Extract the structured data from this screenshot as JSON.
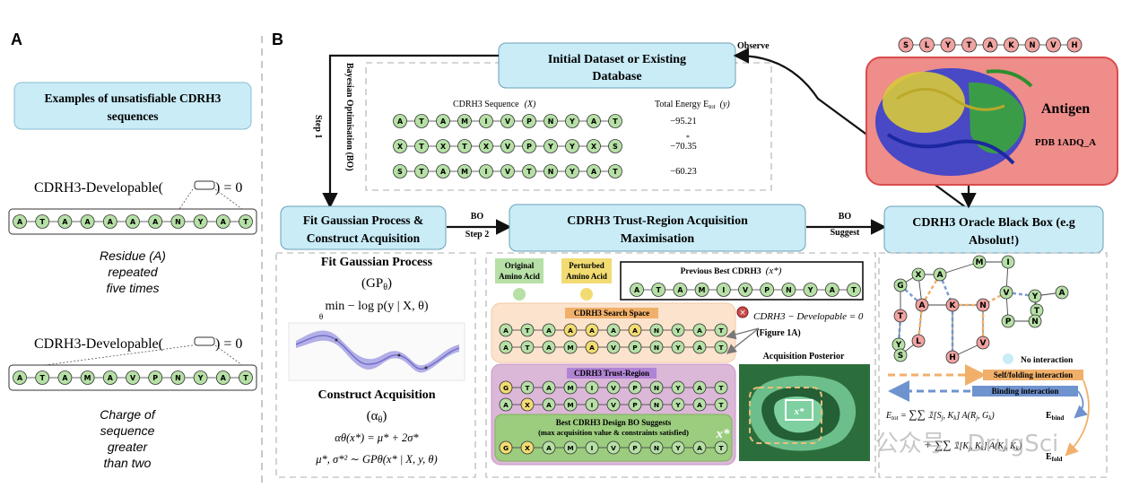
{
  "panel_a": {
    "label": "A",
    "title": "Examples of unsatisfiable CDRH3 sequences",
    "formula_left": "CDRH3-Developable(",
    "formula_right": ") = 0",
    "seq1": [
      "A",
      "T",
      "A",
      "A",
      "A",
      "A",
      "A",
      "N",
      "Y",
      "A",
      "T"
    ],
    "caption1": [
      "Residue (A)",
      "repeated",
      "five times"
    ],
    "seq2": [
      "A",
      "T",
      "A",
      "M",
      "A",
      "V",
      "P",
      "N",
      "Y",
      "A",
      "T"
    ],
    "caption2": [
      "Charge of",
      "sequence",
      "greater",
      "than two"
    ]
  },
  "panel_b": {
    "label": "B",
    "dataset_title": [
      "Initial Dataset or Existing",
      "Database"
    ],
    "observe": "Observe",
    "bo_side": "Bayesian Optimisation (BO)",
    "step1": "Step 1",
    "col_seq": "CDRH3 Sequence",
    "col_seq_var": "(X)",
    "col_energy": "Total Energy E",
    "col_energy_sub": "tot",
    "col_energy_var": "(y)",
    "rows": [
      {
        "seq": [
          "A",
          "T",
          "A",
          "M",
          "I",
          "V",
          "P",
          "N",
          "Y",
          "A",
          "T"
        ],
        "energy": "−95.21"
      },
      {
        "seq": [
          "X",
          "T",
          "X",
          "T",
          "X",
          "V",
          "P",
          "Y",
          "Y",
          "X",
          "S"
        ],
        "energy": "−70.35"
      },
      {
        "seq": [
          "S",
          "T",
          "A",
          "M",
          "I",
          "V",
          "T",
          "N",
          "Y",
          "A",
          "T"
        ],
        "energy": "−60.23"
      }
    ],
    "fit_box": [
      "Fit Gaussian Process &",
      "Construct Acquisition"
    ],
    "bo_step2": [
      "BO",
      "Step 2"
    ],
    "trust_box": [
      "CDRH3 Trust-Region Acquisition",
      "Maximisation"
    ],
    "bo_suggest": [
      "BO",
      "Suggest"
    ],
    "oracle_box": [
      "CDRH3 Oracle Black Box (e.g",
      "Absolut!)"
    ],
    "antigen_seq": [
      "S",
      "L",
      "Y",
      "T",
      "A",
      "K",
      "N",
      "V",
      "H"
    ],
    "antigen_title": "Antigen",
    "antigen_pdb": "PDB 1ADQ_A",
    "fit_gp_title": "Fit Gaussian Process",
    "gp_theta": "(GP",
    "gp_theta_sub": "θ",
    "gp_loss": "min  − log p(y | X, θ)",
    "gp_loss_sub": "θ",
    "construct_title": "Construct Acquisition",
    "alpha_theta": "(α",
    "alpha_eq": "αθ(x*) = μ* + 2σ*",
    "post_eq": "μ*, σ*² ∼ GPθ(x* | X, y, θ)",
    "legend_original": [
      "Original",
      "Amino Acid"
    ],
    "legend_perturbed": [
      "Perturbed",
      "Amino Acid"
    ],
    "prev_best_title": "Previous Best CDRH3",
    "prev_best_var": "(x*)",
    "prev_best_seq": [
      "A",
      "T",
      "A",
      "M",
      "I",
      "V",
      "P",
      "N",
      "Y",
      "A",
      "T"
    ],
    "search_space_title": "CDRH3 Search Space",
    "search_rows": [
      [
        "A",
        "T",
        "A",
        "A",
        "A",
        "A",
        "A",
        "N",
        "Y",
        "A",
        "T"
      ],
      [
        "A",
        "T",
        "A",
        "M",
        "A",
        "V",
        "P",
        "N",
        "Y",
        "A",
        "T"
      ]
    ],
    "developable_note": "CDRH3 − Developable = 0",
    "figure_ref": "(Figure 1A)",
    "trust_region_title": "CDRH3 Trust-Region",
    "trust_rows": [
      [
        "G",
        "T",
        "A",
        "M",
        "I",
        "V",
        "P",
        "N",
        "Y",
        "A",
        "T"
      ],
      [
        "A",
        "X",
        "A",
        "M",
        "I",
        "V",
        "P",
        "N",
        "Y",
        "A",
        "T"
      ]
    ],
    "best_suggest_title": [
      "Best CDRH3 Design BO Suggests",
      "(max acquisition value & constraints satisfied)"
    ],
    "best_seq": [
      "G",
      "X",
      "A",
      "M",
      "I",
      "V",
      "P",
      "N",
      "Y",
      "A",
      "T"
    ],
    "x_star": "x*",
    "acq_posterior": "Acquisition Posterior",
    "no_interaction": "No interaction",
    "self_folding": "Self/folding interaction",
    "binding": "Binding interaction",
    "e_bind": "E",
    "e_bind_sub": "bind",
    "e_fold": "E",
    "e_fold_sub": "fold",
    "etot_eq": "E",
    "watermark": "公众号 · DrugSci"
  },
  "colors": {
    "green": "#b6e0a6",
    "yellow": "#f2dc72",
    "red_node": "#f0a3a0",
    "blue_box": "#c9ecf7",
    "orange_dash": "#f1b06a",
    "blue_dash": "#6f93cf",
    "antigen_bg": "#ee8d8a"
  }
}
